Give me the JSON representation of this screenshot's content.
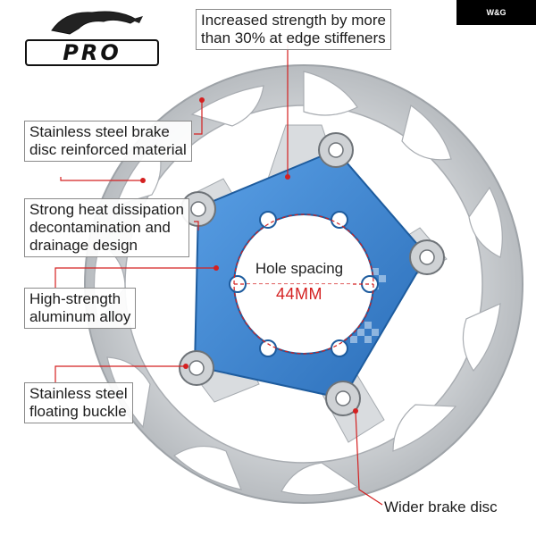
{
  "brand": {
    "badge_text": "W&G",
    "logo_text": "PRO",
    "icon": "panther-icon"
  },
  "callouts": {
    "strength": [
      "Increased strength by more",
      "than 30% at edge stiffeners"
    ],
    "material": [
      "Stainless steel brake",
      "disc reinforced material"
    ],
    "heat": [
      "Strong heat dissipation",
      "decontamination and",
      "drainage design"
    ],
    "alloy": [
      "High-strength",
      "aluminum alloy"
    ],
    "buckle": [
      "Stainless steel",
      "floating buckle"
    ],
    "wider": "Wider brake disc"
  },
  "hole_spacing": {
    "label": "Hole spacing",
    "value": "44MM"
  },
  "colors": {
    "spider_blue": "#3f86d4",
    "steel": "#d7d9db",
    "leader_red": "#d42020",
    "background": "#ffffff"
  }
}
